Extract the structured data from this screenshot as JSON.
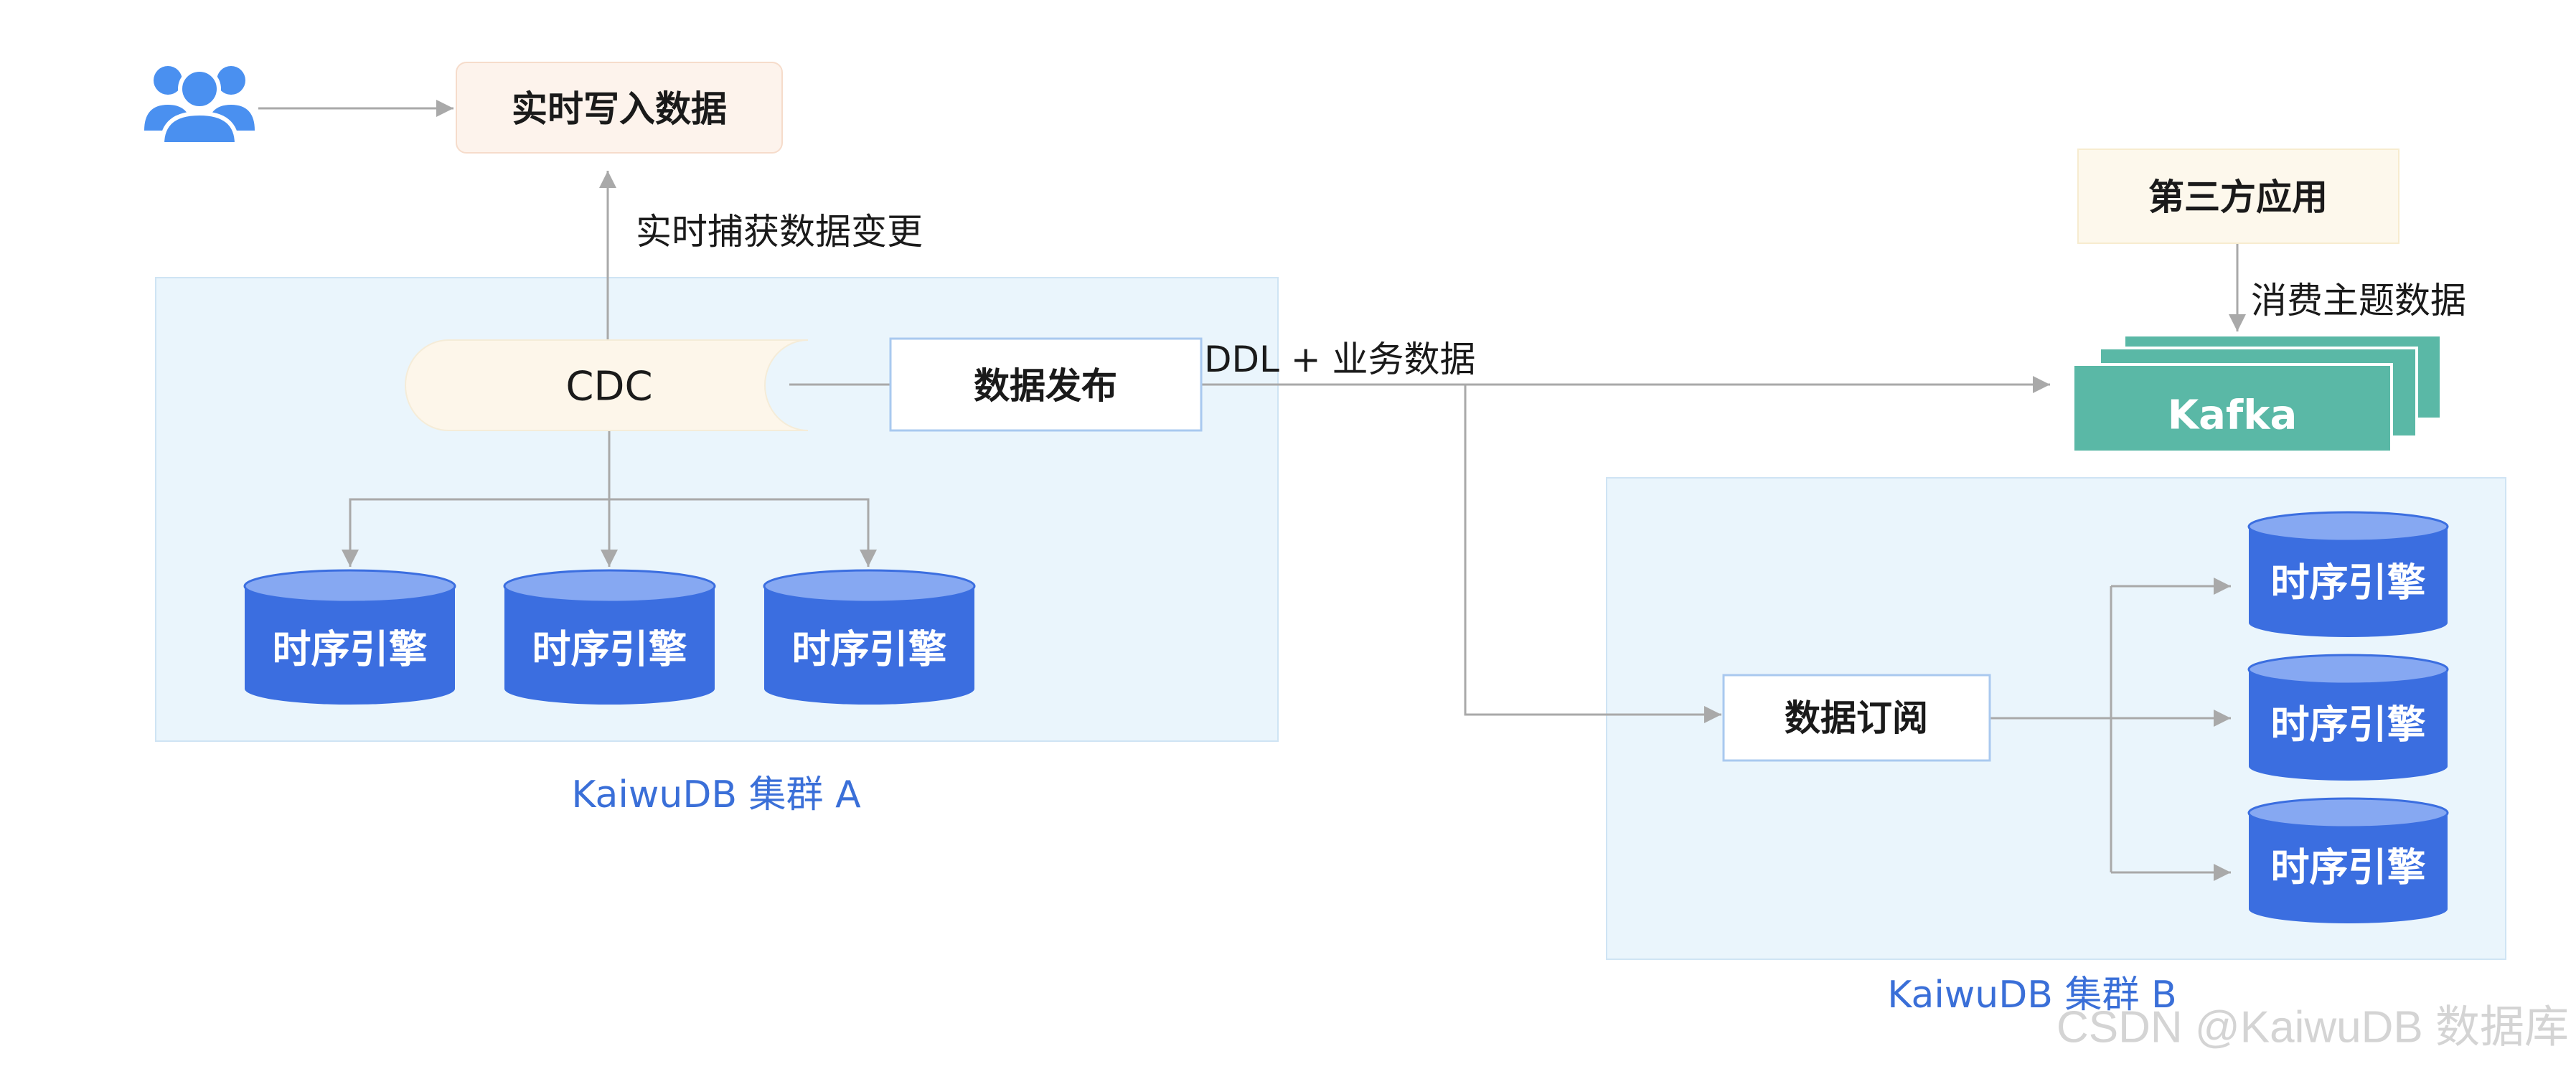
{
  "source": {
    "icon": "users-icon",
    "realtime_write_box": "实时写入数据"
  },
  "cdc_capture_label": "实时捕获数据变更",
  "cluster_a": {
    "label": "KaiwuDB 集群 A",
    "cdc": "CDC",
    "publish": "数据发布",
    "engines": [
      "时序引擎",
      "时序引擎",
      "时序引擎"
    ]
  },
  "ddl_label": "DDL + 业务数据",
  "third_party_app": "第三方应用",
  "consume_label": "消费主题数据",
  "kafka": "Kafka",
  "cluster_b": {
    "label": "KaiwuDB 集群 B",
    "subscribe": "数据订阅",
    "engines": [
      "时序引擎",
      "时序引擎",
      "时序引擎"
    ]
  },
  "watermark": "CSDN @KaiwuDB 数据库",
  "colors": {
    "cluster_background": "#eaf5fc",
    "engine_blue": "#3b6ee0",
    "engine_top": "#86a8f2",
    "kafka_teal": "#5ab8a6",
    "connector_gray": "#a9a9a9",
    "cluster_label_blue": "#3a6fd8",
    "users_icon_blue": "#4a90f0"
  }
}
